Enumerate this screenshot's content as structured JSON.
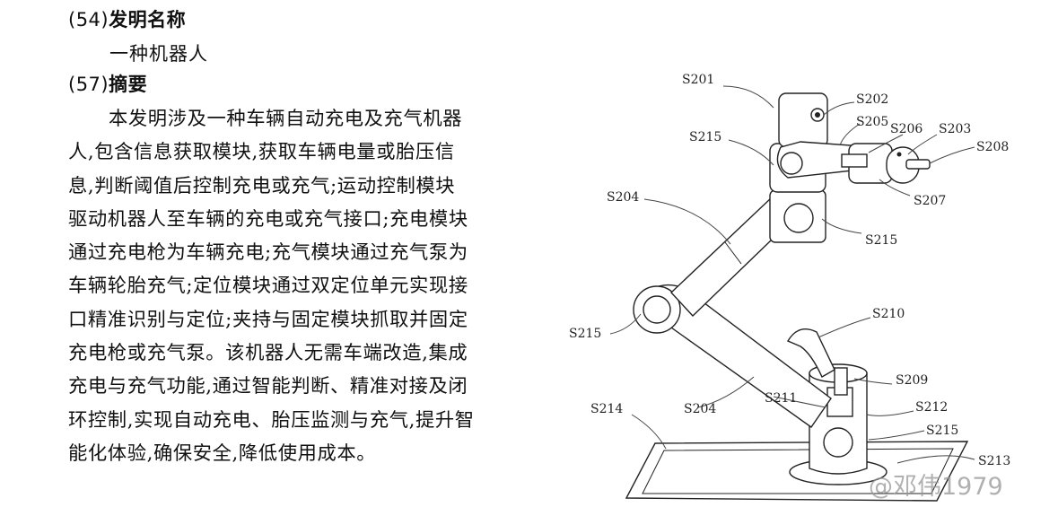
{
  "section54": {
    "number": "(54)",
    "title": "发明名称"
  },
  "invention_name": "一种机器人",
  "section57": {
    "number": "(57)",
    "title": "摘要"
  },
  "abstract_lines": [
    "本发明涉及一种车辆自动充电及充气机器",
    "人,包含信息获取模块,获取车辆电量或胎压信",
    "息,判断阈值后控制充电或充气;运动控制模块",
    "驱动机器人至车辆的充电或充气接口;充电模块",
    "通过充电枪为车辆充电;充气模块通过充气泵为",
    "车辆轮胎充气;定位模块通过双定位单元实现接",
    "口精准识别与定位;夹持与固定模块抓取并固定",
    "充电枪或充气泵。该机器人无需车端改造,集成",
    "充电与充气功能,通过智能判断、精准对接及闭",
    "环控制,实现自动充电、胎压监测与充气,提升智",
    "能化体验,确保安全,降低使用成本。"
  ],
  "figure_labels": {
    "s201": "S201",
    "s202": "S202",
    "s203": "S203",
    "s204a": "S204",
    "s204b": "S204",
    "s205": "S205",
    "s206": "S206",
    "s207": "S207",
    "s208": "S208",
    "s209": "S209",
    "s210": "S210",
    "s211": "S211",
    "s212": "S212",
    "s213": "S213",
    "s214": "S214",
    "s215a": "S215",
    "s215b": "S215",
    "s215c": "S215",
    "s215d": "S215"
  },
  "watermark": "@邓伟1979"
}
